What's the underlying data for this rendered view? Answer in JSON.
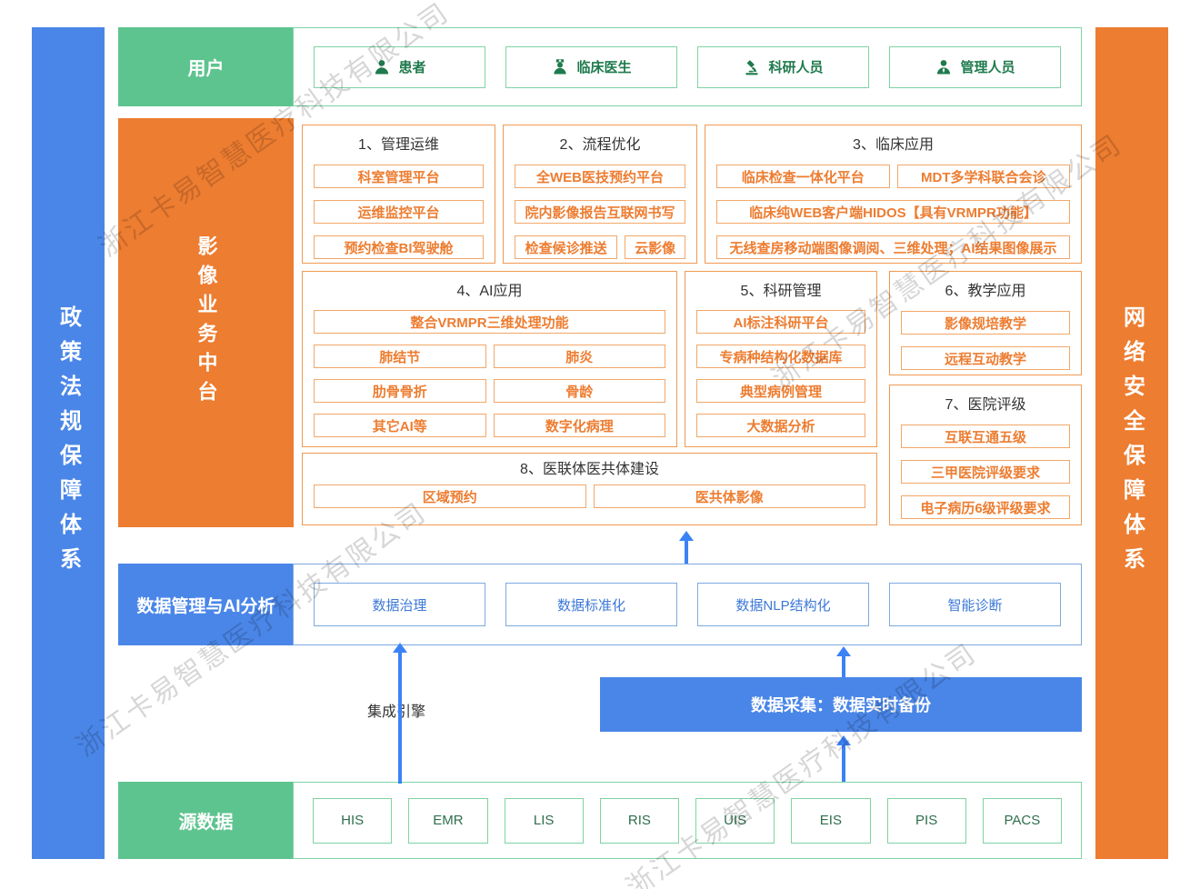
{
  "watermark": {
    "text": "浙江卡易智慧医疗科技有限公司"
  },
  "left_bar": {
    "label": "政策法规保障体系"
  },
  "right_bar": {
    "label": "网络安全保障体系"
  },
  "users_row": {
    "label": "用户",
    "items": [
      {
        "label": "患者",
        "icon": "patient-icon"
      },
      {
        "label": "临床医生",
        "icon": "doctor-icon"
      },
      {
        "label": "科研人员",
        "icon": "microscope-icon"
      },
      {
        "label": "管理人员",
        "icon": "manager-icon"
      }
    ]
  },
  "platform": {
    "label": "影像业务中台",
    "sections": [
      {
        "title": "1、管理运维",
        "items": [
          "科室管理平台",
          "运维监控平台",
          "预约检查BI驾驶舱"
        ]
      },
      {
        "title": "2、流程优化",
        "items": [
          "全WEB医技预约平台",
          "院内影像报告互联网书写",
          "检查候诊推送",
          "云影像"
        ]
      },
      {
        "title": "3、临床应用",
        "items": [
          "临床检查一体化平台",
          "MDT多学科联合会诊",
          "临床纯WEB客户端HIDOS【具有VRMPR功能】",
          "无线查房移动端图像调阅、三维处理；AI结果图像展示"
        ]
      },
      {
        "title": "4、AI应用",
        "items": [
          "整合VRMPR三维处理功能",
          "肺结节",
          "肺炎",
          "肋骨骨折",
          "骨龄",
          "其它AI等",
          "数字化病理"
        ]
      },
      {
        "title": "5、科研管理",
        "items": [
          "AI标注科研平台",
          "专病种结构化数据库",
          "典型病例管理",
          "大数据分析"
        ]
      },
      {
        "title": "6、教学应用",
        "items": [
          "影像规培教学",
          "远程互动教学"
        ]
      },
      {
        "title": "7、医院评级",
        "items": [
          "互联互通五级",
          "三甲医院评级要求",
          "电子病历6级评级要求"
        ]
      },
      {
        "title": "8、医联体医共体建设",
        "items": [
          "区域预约",
          "医共体影像"
        ]
      }
    ]
  },
  "data_mgmt_row": {
    "label": "数据管理与AI分析",
    "items": [
      "数据治理",
      "数据标准化",
      "数据NLP结构化",
      "智能诊断"
    ]
  },
  "middle": {
    "engine_label": "集成引擎",
    "collect_label": "数据采集：数据实时备份"
  },
  "source_row": {
    "label": "源数据",
    "items": [
      "HIS",
      "EMR",
      "LIS",
      "RIS",
      "UIS",
      "EIS",
      "PIS",
      "PACS"
    ]
  },
  "colors": {
    "green": "#5ec48f",
    "green_text": "#1f7a4d",
    "orange": "#ed7d31",
    "blue": "#4a86e8",
    "blue_text": "#3c78d8",
    "arrow_blue": "#3b82f6"
  }
}
